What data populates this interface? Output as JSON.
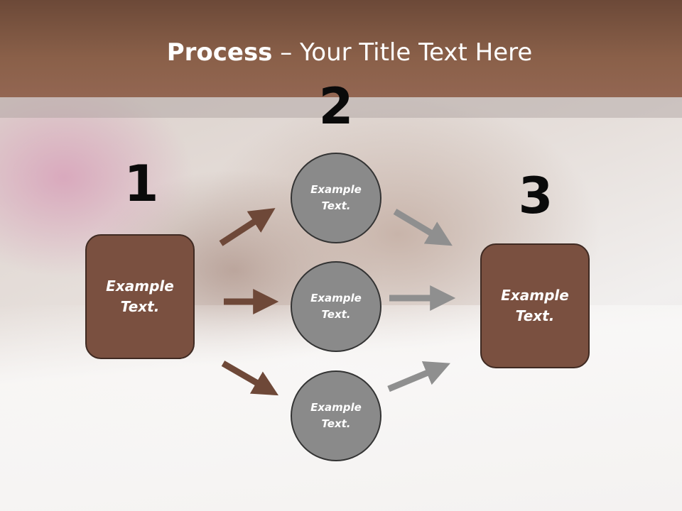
{
  "title": {
    "bold": "Process",
    "rest": " – Your Title Text Here"
  },
  "steps": {
    "step1": {
      "number": "1",
      "label": "Example\nText."
    },
    "step2": {
      "number": "2"
    },
    "step3": {
      "number": "3",
      "label": "Example\nText."
    }
  },
  "circles": [
    {
      "label": "Example\nText."
    },
    {
      "label": "Example\nText."
    },
    {
      "label": "Example\nText."
    }
  ],
  "colors": {
    "header": "#8a6049",
    "box_fill": "#7a5040",
    "circle_fill": "#8a8a8a",
    "arrow_brown": "#6e4838",
    "arrow_gray": "#8f8f8f"
  }
}
